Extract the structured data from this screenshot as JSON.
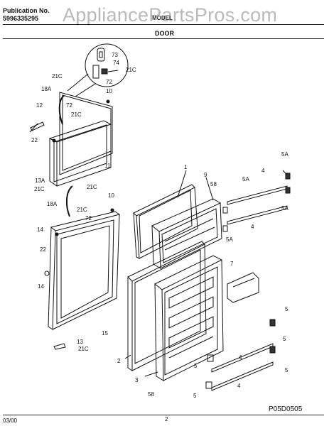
{
  "header": {
    "publication_label": "Publication No.",
    "publication_number": "5996335295",
    "watermark": "AppliancePartsPros.com",
    "model_fragment": "MODEL",
    "section_title": "DOOR"
  },
  "footer": {
    "date": "03/00",
    "page": "2",
    "diagram_code": "P05D0505"
  },
  "callouts": {
    "inset": [
      "73",
      "74",
      "21C",
      "72"
    ],
    "freezer_door": [
      "21C",
      "18A",
      "10",
      "72",
      "12",
      "21C",
      "22",
      "11",
      "13A",
      "21C"
    ],
    "fresh_food_door": [
      "21C",
      "10",
      "18A",
      "21C",
      "72",
      "14",
      "22",
      "14",
      "15",
      "13",
      "21C"
    ],
    "liners": [
      "1",
      "9",
      "58",
      "5A",
      "4",
      "5A",
      "5A",
      "4",
      "5A",
      "7",
      "5",
      "2",
      "5",
      "4",
      "5",
      "3",
      "58",
      "5",
      "4",
      "5"
    ]
  }
}
